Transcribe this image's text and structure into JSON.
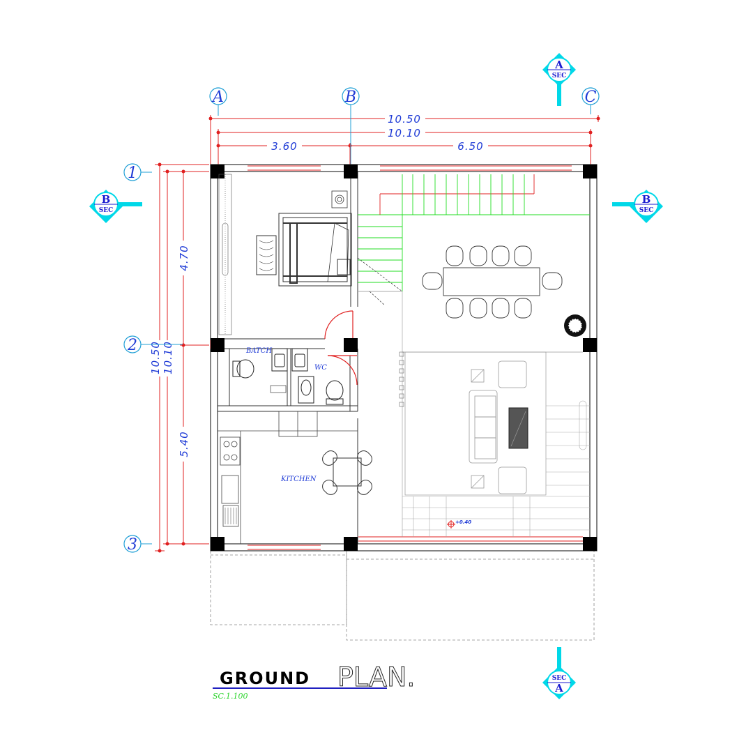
{
  "grid": {
    "cols": [
      "A",
      "B",
      "C"
    ],
    "rows": [
      "1",
      "2",
      "3"
    ]
  },
  "dimensions": {
    "top_overall": "10.50",
    "top_axes": "10.10",
    "top_ab": "3.60",
    "top_bc": "6.50",
    "left_overall": "10.50",
    "left_axes": "10.10",
    "left_12": "4.70",
    "left_23": "5.40"
  },
  "rooms": {
    "bath": "BATCH",
    "wc": "WC",
    "kitchen": "KITCHEN"
  },
  "level": "+0.40",
  "sections": {
    "a_letter": "A",
    "b_letter": "B",
    "sec_word": "SEC"
  },
  "title": {
    "main": "GROUND",
    "outline": "PLAN.",
    "scale": "SC.1.100"
  },
  "colors": {
    "annotation": "#1f3bd6",
    "dimension_line": "#e02020",
    "section_marker": "#00d8e8",
    "stair": "#22dd22"
  }
}
